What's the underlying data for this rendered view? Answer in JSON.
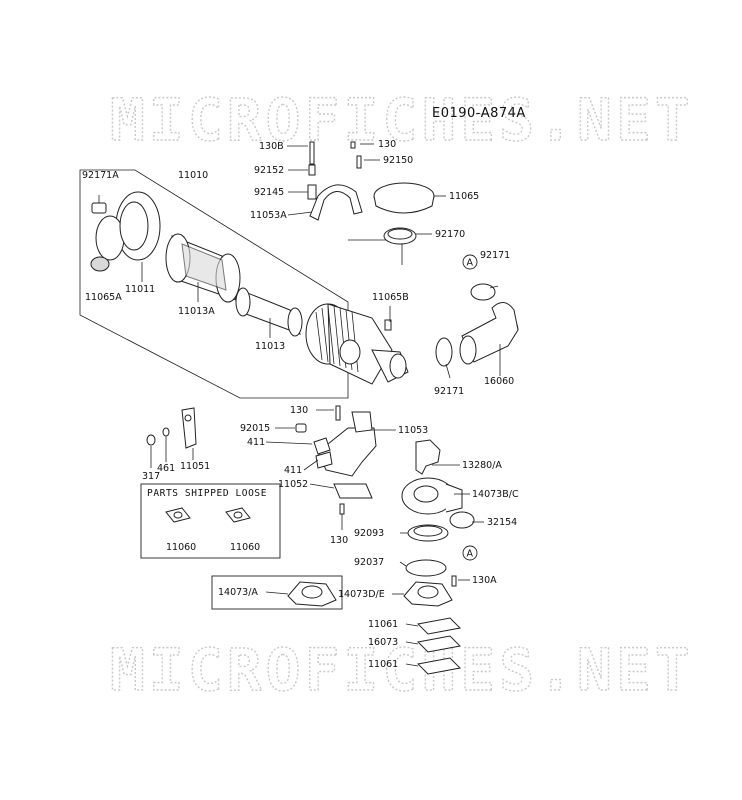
{
  "diagram": {
    "code": "E0190-A874A",
    "watermark": "MICROFICHES.NET",
    "box_title": "PARTS SHIPPED LOOSE",
    "callouts": [
      "A"
    ],
    "labels": {
      "p130b": "130B",
      "p130_top": "130",
      "p92150": "92150",
      "p92152": "92152",
      "p92145": "92145",
      "p11053a": "11053A",
      "p11065": "11065",
      "p92170": "92170",
      "p92171a": "92171A",
      "p11010": "11010",
      "p11011": "11011",
      "p11065a": "11065A",
      "p11013a": "11013A",
      "p11013": "11013",
      "p11065b": "11065B",
      "p92171_r": "92171",
      "p92171_b": "92171",
      "p16060": "16060",
      "p130_mid": "130",
      "p92015": "92015",
      "p411_a": "411",
      "p11053": "11053",
      "p317": "317",
      "p461": "461",
      "p11051": "11051",
      "p411_b": "411",
      "p13280a": "13280/A",
      "p11052": "11052",
      "p14073bc": "14073B/C",
      "p130_low": "130",
      "p11060_a": "11060",
      "p11060_b": "11060",
      "p92093": "92093",
      "p32154": "32154",
      "p92037": "92037",
      "p14073a": "14073/A",
      "p14073de": "14073D/E",
      "p130a": "130A",
      "p11061_a": "11061",
      "p16073": "16073",
      "p11061_b": "11061"
    }
  }
}
